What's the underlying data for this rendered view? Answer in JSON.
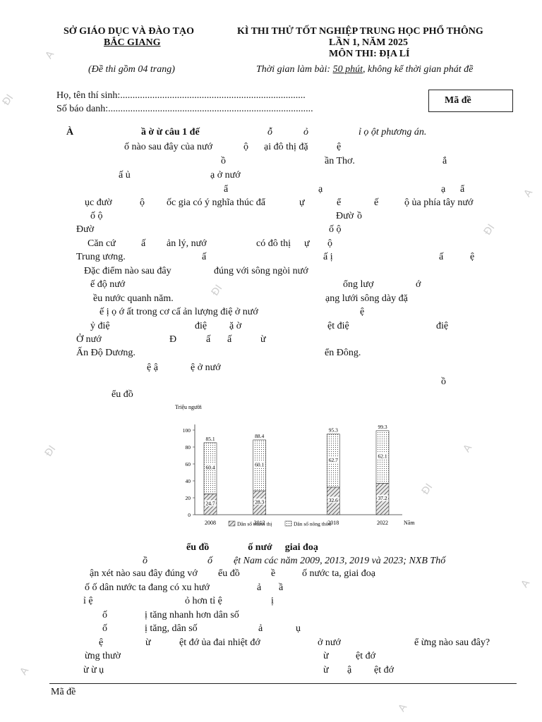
{
  "header": {
    "dept_line1": "SỞ GIÁO DỤC VÀ ĐÀO TẠO",
    "dept_line2": "BẮC GIANG",
    "pages_note": "(Đề thi gồm 04 trang)",
    "exam_title": "KÌ THI THỬ TỐT NGHIỆP TRUNG HỌC PHỔ THÔNG",
    "exam_round": "LẦN 1, NĂM 2025",
    "subject": "MÔN THI: ĐỊA LÍ",
    "time_prefix": "Thời gian làm bài: ",
    "time_underlined": "50 phút",
    "time_suffix": ", không kể thời gian phát đề"
  },
  "candidate": {
    "name_label": "Họ, tên thí sinh:...........................................................................",
    "id_label": "Số báo danh:...................................................................................",
    "code_box_label": "Mã đề"
  },
  "body_lines": [
    {
      "frags": [
        {
          "t": "À",
          "x": 94,
          "b": true
        },
        {
          "t": "ầ  ờ  ừ câu 1 đế",
          "x": 200,
          "b": true
        },
        {
          "t": "ỗ",
          "x": 379,
          "i": true
        },
        {
          "t": "ỏ",
          "x": 430,
          "i": true
        },
        {
          "t": "ỉ  ọ   ột phương án.",
          "x": 508,
          "i": true
        }
      ]
    },
    {
      "frags": [
        {
          "t": "ố nào sau đây của nướ",
          "x": 176
        },
        {
          "t": "ộ",
          "x": 345
        },
        {
          "t": "ại đô thị đặ",
          "x": 374
        },
        {
          "t": "ệ",
          "x": 477
        }
      ]
    },
    {
      "frags": [
        {
          "t": "ồ",
          "x": 313
        },
        {
          "t": "ần Thơ.",
          "x": 460
        },
        {
          "t": "ắ",
          "x": 627
        }
      ]
    },
    {
      "frags": [
        {
          "t": "ấ  ủ",
          "x": 168
        },
        {
          "t": "ạ ở nướ",
          "x": 298
        }
      ]
    },
    {
      "frags": [
        {
          "t": "ẩ",
          "x": 317
        },
        {
          "t": "ạ",
          "x": 451
        },
        {
          "t": "ạ",
          "x": 625
        },
        {
          "t": "ẩ",
          "x": 652
        }
      ]
    },
    {
      "frags": [
        {
          "t": "ục đườ",
          "x": 120
        },
        {
          "t": "ộ",
          "x": 198
        },
        {
          "t": "ốc gia có ý nghĩa thúc đẩ",
          "x": 236
        },
        {
          "t": "ự",
          "x": 424
        },
        {
          "t": "ể",
          "x": 477
        },
        {
          "t": "ế",
          "x": 530
        },
        {
          "t": "ộ   ủa phía tây nướ",
          "x": 573
        }
      ]
    },
    {
      "frags": [
        {
          "t": "ố  ộ",
          "x": 128
        },
        {
          "t": "Đườ",
          "x": 476
        },
        {
          "t": "ồ",
          "x": 506
        }
      ]
    },
    {
      "frags": [
        {
          "t": "Đườ",
          "x": 108
        },
        {
          "t": "ố  ộ",
          "x": 466
        }
      ]
    },
    {
      "frags": [
        {
          "t": "Căn cứ",
          "x": 124
        },
        {
          "t": "ấ",
          "x": 200
        },
        {
          "t": "ản lý, nướ",
          "x": 236
        },
        {
          "t": "có đô thị",
          "x": 363
        },
        {
          "t": "ự",
          "x": 431
        },
        {
          "t": "ộ",
          "x": 464
        }
      ]
    },
    {
      "frags": [
        {
          "t": "Trung ương.",
          "x": 108
        },
        {
          "t": "ấ",
          "x": 286
        },
        {
          "t": "ấ  ị",
          "x": 458
        },
        {
          "t": "ấ",
          "x": 622
        },
        {
          "t": "ệ",
          "x": 666
        }
      ]
    },
    {
      "frags": [
        {
          "t": "Đặc điểm nào sau đây",
          "x": 119
        },
        {
          "t": "đúng với sông ngòi nướ",
          "x": 303
        }
      ]
    },
    {
      "frags": [
        {
          "t": "ế độ nướ",
          "x": 128
        },
        {
          "t": "ổng lượ",
          "x": 486
        },
        {
          "t": "ớ",
          "x": 589
        }
      ]
    },
    {
      "frags": [
        {
          "t": "ều nước quanh năm.",
          "x": 132
        },
        {
          "t": "ạng lưới sông dày đặ",
          "x": 461
        }
      ]
    },
    {
      "frags": [
        {
          "t": "ế  ị  ọ   ớ   ất trong cơ cấ   ản lượng điệ  ở nướ",
          "x": 141
        },
        {
          "t": "ệ",
          "x": 510
        }
      ]
    },
    {
      "frags": [
        {
          "t": "ỷ điệ",
          "x": 128
        },
        {
          "t": "điệ",
          "x": 276
        },
        {
          "t": "ặ  ờ",
          "x": 325
        },
        {
          "t": "ệt điệ",
          "x": 464
        },
        {
          "t": "điệ",
          "x": 618
        }
      ]
    },
    {
      "frags": [
        {
          "t": "Ở nướ",
          "x": 108
        },
        {
          "t": "Đ",
          "x": 240
        },
        {
          "t": "ấ",
          "x": 292
        },
        {
          "t": "ấ",
          "x": 322
        },
        {
          "t": "ừ",
          "x": 369
        }
      ]
    },
    {
      "frags": [
        {
          "t": "Ấn Độ Dương.",
          "x": 108
        },
        {
          "t": "ển Đông.",
          "x": 460
        }
      ]
    },
    {
      "frags": [
        {
          "t": "ệ  ậ",
          "x": 208
        },
        {
          "t": "ệ  ở nướ",
          "x": 270
        }
      ]
    },
    {
      "frags": [
        {
          "t": "ồ",
          "x": 625
        }
      ]
    },
    {
      "frags": [
        {
          "t": "ểu đồ",
          "x": 158
        }
      ]
    }
  ],
  "chart_caption": {
    "bold_a": "ểu đồ",
    "bold_b": "ố  nướ",
    "bold_c": "giai đoạ"
  },
  "chart_source": {
    "a": "ồ",
    "b": "ố",
    "c": "ệt Nam các năm 2009, 2013, 2019 và 2023; NXB Thố"
  },
  "after_lines": [
    {
      "frags": [
        {
          "t": "ận xét nào sau đây đúng vớ",
          "x": 127
        },
        {
          "t": "ểu đồ",
          "x": 309
        },
        {
          "t": "ề",
          "x": 384
        },
        {
          "t": "ố nước ta, giai đoạ",
          "x": 428
        }
      ]
    },
    {
      "frags": [
        {
          "t": "ố   ố dân nước ta đang có xu hướ",
          "x": 120
        },
        {
          "t": "ả",
          "x": 364
        },
        {
          "t": "ầ",
          "x": 395
        }
      ]
    },
    {
      "frags": [
        {
          "t": "ỉ  ệ",
          "x": 118
        },
        {
          "t": "ỏ hơn tỉ  ệ",
          "x": 262
        },
        {
          "t": "ị",
          "x": 384
        }
      ]
    },
    {
      "frags": [
        {
          "t": "ố",
          "x": 145
        },
        {
          "t": "ị tăng nhanh hơn dân số",
          "x": 205
        }
      ]
    },
    {
      "frags": [
        {
          "t": "ố",
          "x": 145
        },
        {
          "t": "ị tăng, dân số",
          "x": 205
        },
        {
          "t": "ả",
          "x": 366
        },
        {
          "t": "ụ",
          "x": 419
        }
      ]
    },
    {
      "frags": [
        {
          "t": "ệ",
          "x": 140
        },
        {
          "t": "ừ",
          "x": 206
        },
        {
          "t": "ệt đớ   ủa đai nhiệt đớ",
          "x": 254
        },
        {
          "t": "ở nướ",
          "x": 450
        },
        {
          "t": "ể   ừng nào sau đây?",
          "x": 587
        }
      ]
    },
    {
      "frags": [
        {
          "t": "ừng thườ",
          "x": 120
        },
        {
          "t": "ừ",
          "x": 458
        },
        {
          "t": "ệt đớ",
          "x": 504
        }
      ]
    },
    {
      "frags": [
        {
          "t": "ừ   ừ  ụ",
          "x": 118
        },
        {
          "t": "ừ",
          "x": 458
        },
        {
          "t": "ậ",
          "x": 492
        },
        {
          "t": "ệt đớ",
          "x": 530
        }
      ]
    }
  ],
  "footer": {
    "code_label": "Mã đề"
  },
  "watermark_text": "ĐI",
  "watermark_text2": "A",
  "chart_data": {
    "type": "bar",
    "stacked": true,
    "categories": [
      "2008",
      "2012",
      "2018",
      "2022"
    ],
    "series": [
      {
        "name": "Dân số thành thị",
        "values": [
          24.7,
          28.3,
          32.6,
          37.2
        ],
        "pattern": "hatch"
      },
      {
        "name": "Dân số nông thôn",
        "values": [
          60.4,
          60.1,
          62.7,
          62.1
        ],
        "pattern": "dots"
      }
    ],
    "totals": [
      85.1,
      88.4,
      95.3,
      99.3
    ],
    "ylabel": "Triệu người",
    "xlabel": "Năm",
    "ylim": [
      0,
      100
    ],
    "yticks": [
      0,
      20,
      40,
      60,
      80,
      100
    ],
    "legend": "bottom",
    "grid": false
  }
}
